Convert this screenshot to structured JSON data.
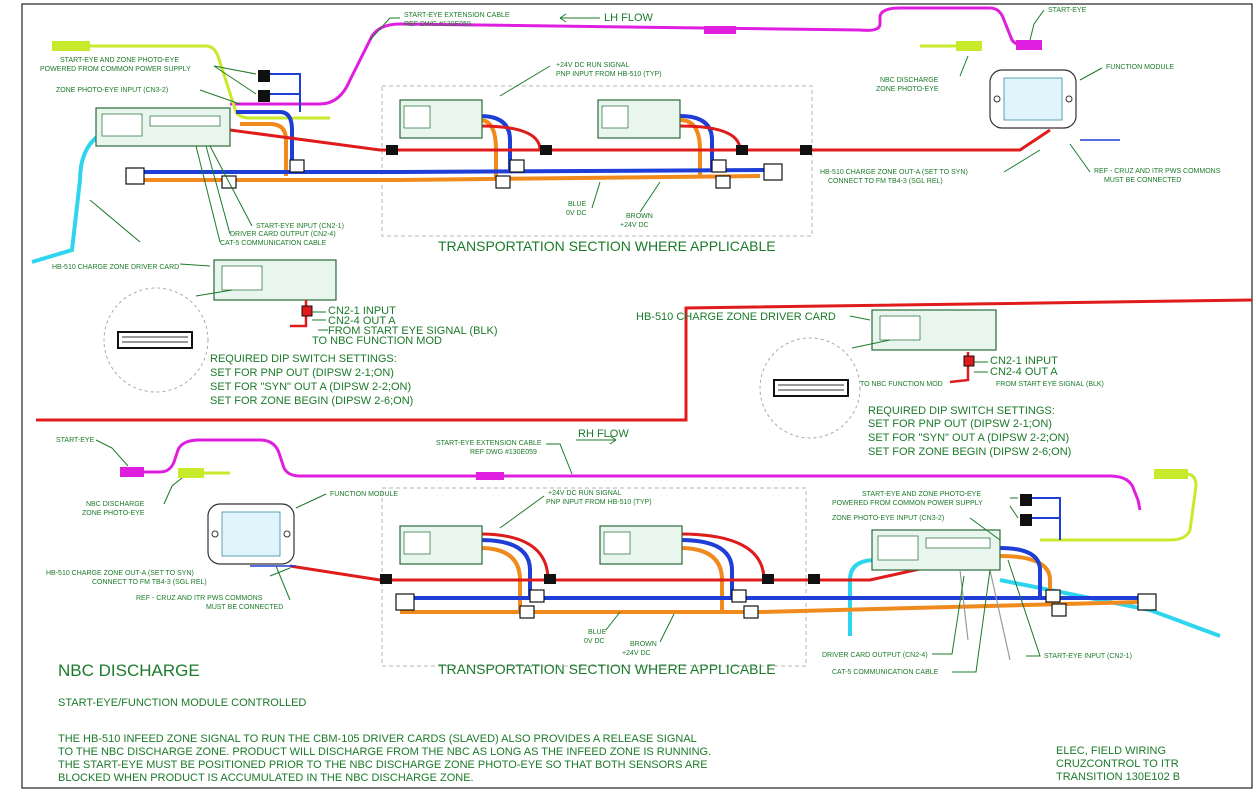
{
  "top": {
    "lh_flow": "LH FLOW",
    "ext_cable_1": "START-EYE EXTENSION CABLE",
    "ext_cable_2": "REF DWG #130E059",
    "start_eye": "START-EYE",
    "common_supply_1": "START-EYE AND ZONE PHOTO-EYE",
    "common_supply_2": "POWERED FROM COMMON POWER SUPPLY",
    "zone_pe_input": "ZONE PHOTO-EYE INPUT (CN3-2)",
    "run_signal_1": "+24V DC RUN SIGNAL",
    "run_signal_2": "PNP INPUT FROM HB-510 (TYP)",
    "nbc_pe_1": "NBC DISCHARGE",
    "nbc_pe_2": "ZONE PHOTO-EYE",
    "function_module": "FUNCTION MODULE",
    "hb510_out_1": "HB-510 CHARGE ZONE OUT-A (SET TO SYN)",
    "hb510_out_2": "CONNECT TO FM TB4-3 (SGL REL)",
    "ref_cruz_1": "REF - CRUZ AND ITR PWS COMMONS",
    "ref_cruz_2": "MUST BE CONNECTED",
    "blue_1": "BLUE",
    "blue_2": "0V DC",
    "brown_1": "BROWN",
    "brown_2": "+24V DC",
    "start_eye_input": "START-EYE INPUT (CN2-1)",
    "driver_out": "DRIVER CARD OUTPUT (CN2-4)",
    "cat5": "CAT-5 COMMUNICATION CABLE",
    "transport": "TRANSPORTATION SECTION WHERE APPLICABLE"
  },
  "dip_left": {
    "title": "HB-510 CHARGE ZONE DRIVER CARD",
    "cn21": "CN2-1 INPUT",
    "cn24": "CN2-4 OUT A",
    "from_blk": "FROM START EYE SIGNAL (BLK)",
    "to_nbc": "TO NBC FUNCTION MOD",
    "req": "REQUIRED DIP SWITCH SETTINGS:",
    "s1": "SET FOR PNP OUT (DIPSW 2-1;ON)",
    "s2": "SET FOR \"SYN\" OUT A (DIPSW 2-2;ON)",
    "s3": "SET FOR ZONE BEGIN (DIPSW 2-6;ON)"
  },
  "dip_right": {
    "title": "HB-510 CHARGE ZONE DRIVER CARD",
    "cn21": "CN2-1 INPUT",
    "cn24": "CN2-4 OUT A",
    "from_blk": "FROM START EYE SIGNAL (BLK)",
    "to_nbc": "TO NBC FUNCTION MOD",
    "req": "REQUIRED DIP SWITCH SETTINGS:",
    "s1": "SET FOR PNP OUT (DIPSW 2-1;ON)",
    "s2": "SET FOR \"SYN\" OUT A (DIPSW 2-2;ON)",
    "s3": "SET FOR ZONE BEGIN (DIPSW 2-6;ON)"
  },
  "bottom": {
    "rh_flow": "RH FLOW",
    "ext_cable_1": "START-EYE EXTENSION CABLE",
    "ext_cable_2": "REF DWG #130E059",
    "start_eye": "START-EYE",
    "nbc_pe_1": "NBC DISCHARGE",
    "nbc_pe_2": "ZONE PHOTO-EYE",
    "function_module": "FUNCTION MODULE",
    "run_signal_1": "+24V DC RUN SIGNAL",
    "run_signal_2": "PNP INPUT FROM HB-510 (TYP)",
    "common_supply_1": "START-EYE AND ZONE PHOTO-EYE",
    "common_supply_2": "POWERED FROM COMMON POWER SUPPLY",
    "zone_pe_input": "ZONE PHOTO-EYE INPUT (CN3-2)",
    "hb510_out_1": "HB-510 CHARGE ZONE OUT-A (SET TO SYN)",
    "hb510_out_2": "CONNECT TO FM TB4-3 (SGL REL)",
    "ref_cruz_1": "REF - CRUZ AND ITR PWS COMMONS",
    "ref_cruz_2": "MUST BE CONNECTED",
    "blue_1": "BLUE",
    "blue_2": "0V DC",
    "brown_1": "BROWN",
    "brown_2": "+24V DC",
    "transport": "TRANSPORTATION SECTION WHERE APPLICABLE",
    "driver_out": "DRIVER CARD OUTPUT (CN2-4)",
    "cat5": "CAT-5 COMMUNICATION CABLE",
    "start_eye_input": "START-EYE INPUT (CN2-1)"
  },
  "notes": {
    "heading": "NBC DISCHARGE",
    "subheading": "START-EYE/FUNCTION MODULE CONTROLLED",
    "line1": "THE HB-510 INFEED ZONE SIGNAL TO RUN THE CBM-105 DRIVER CARDS (SLAVED) ALSO PROVIDES A RELEASE SIGNAL",
    "line2": "TO THE NBC DISCHARGE ZONE.  PRODUCT WILL DISCHARGE FROM THE NBC AS LONG AS THE INFEED ZONE IS RUNNING.",
    "line3": "THE START-EYE MUST BE POSITIONED PRIOR TO THE NBC DISCHARGE ZONE PHOTO-EYE SO THAT BOTH SENSORS ARE",
    "line4": "BLOCKED WHEN PRODUCT IS ACCUMULATED IN THE NBC DISCHARGE ZONE."
  },
  "title_block": {
    "line1": "ELEC, FIELD WIRING",
    "line2": "CRUZCONTROL TO ITR",
    "line3": "TRANSITION  130E102 B"
  },
  "colors": {
    "label_green": "#1b7a2a",
    "wire_blue": "#1f3ed8",
    "wire_orange": "#f08a1c",
    "wire_red": "#e01b1b",
    "wire_magenta": "#e01ee0",
    "wire_lime": "#c7ea2a",
    "wire_cyan": "#2fd5ee"
  }
}
